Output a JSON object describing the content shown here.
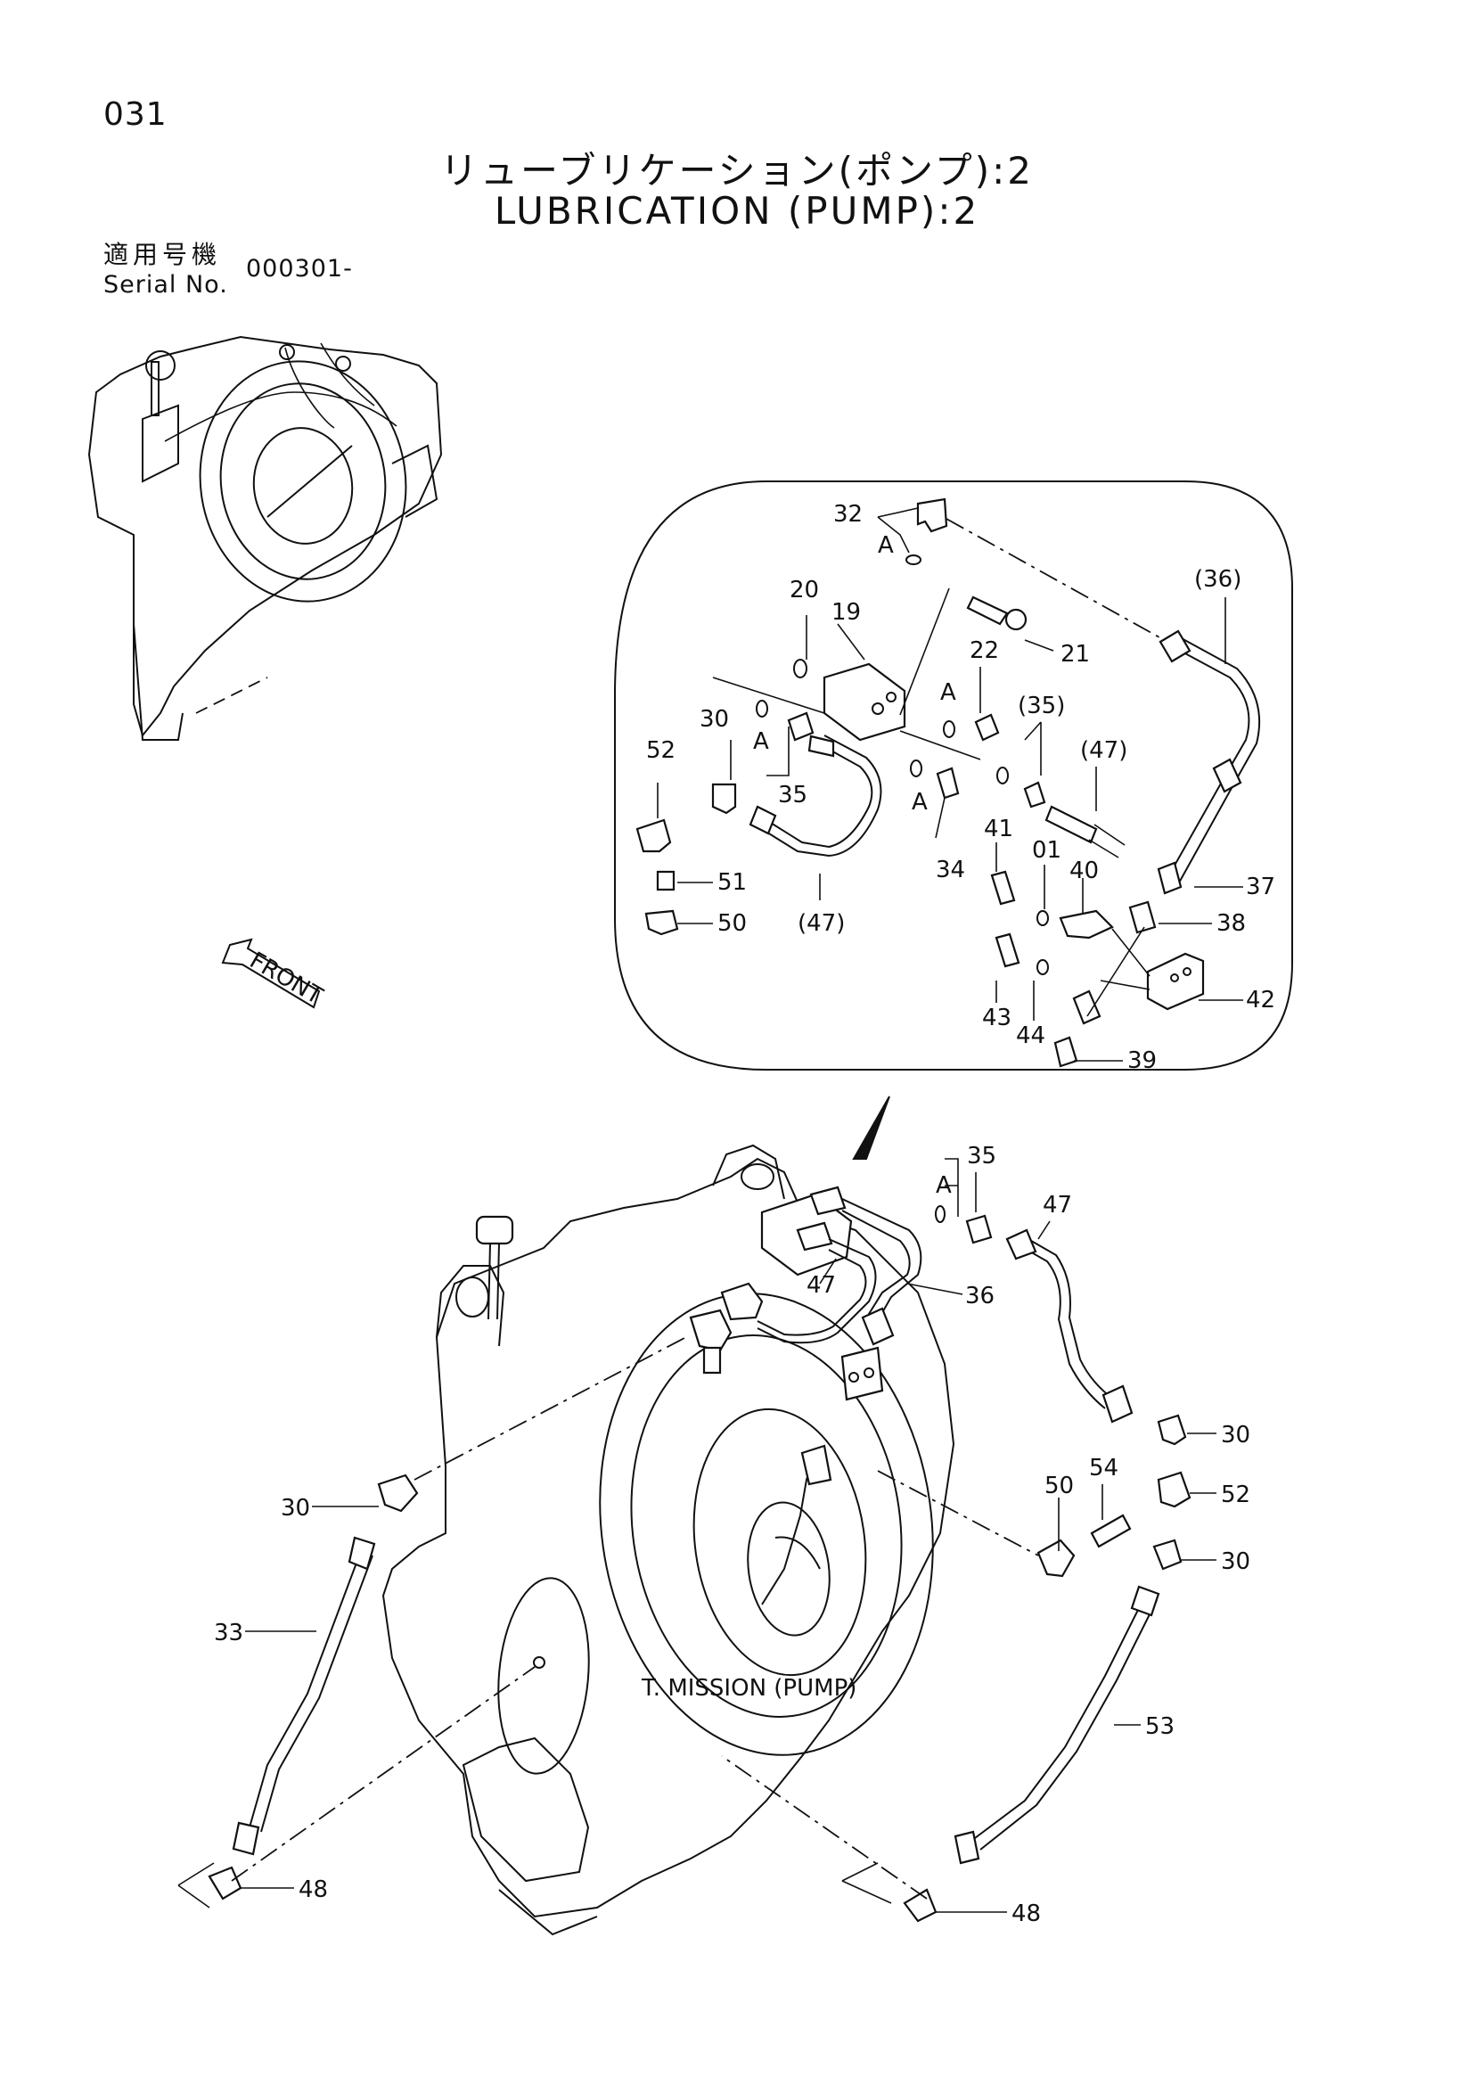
{
  "header": {
    "page_number": "031",
    "title_jp": "リューブリケーション(ポンプ):2",
    "title_en": "LUBRICATION (PUMP):2",
    "serial_label_jp": "適用号機",
    "serial_label_en": "Serial No.",
    "serial_value": "000301-"
  },
  "diagram": {
    "front_label": "FRONT",
    "component_label": "T. MISSION (PUMP)",
    "detail_callouts": {
      "c32": "32",
      "cA1": "A",
      "c20": "20",
      "c19": "19",
      "cA2": "A",
      "c22": "22",
      "c21": "21",
      "c36p": "(36)",
      "c30": "30",
      "cA3": "A",
      "c35a": "35",
      "c35p": "(35)",
      "c47p": "(47)",
      "c52": "52",
      "cA4": "A",
      "c34": "34",
      "c41": "41",
      "c01": "01",
      "c40": "40",
      "c37": "37",
      "c38": "38",
      "c51": "51",
      "c50": "50",
      "c47p2": "(47)",
      "c43": "43",
      "c44": "44",
      "c42": "42",
      "c39": "39"
    },
    "main_callouts": {
      "m35": "35",
      "mA": "A",
      "m47a": "47",
      "m47b": "47",
      "m36": "36",
      "m30a": "30",
      "m50": "50",
      "m54": "54",
      "m52": "52",
      "m30b": "30",
      "m30c": "30",
      "m33": "33",
      "m53": "53",
      "m48a": "48",
      "m48b": "48"
    }
  }
}
